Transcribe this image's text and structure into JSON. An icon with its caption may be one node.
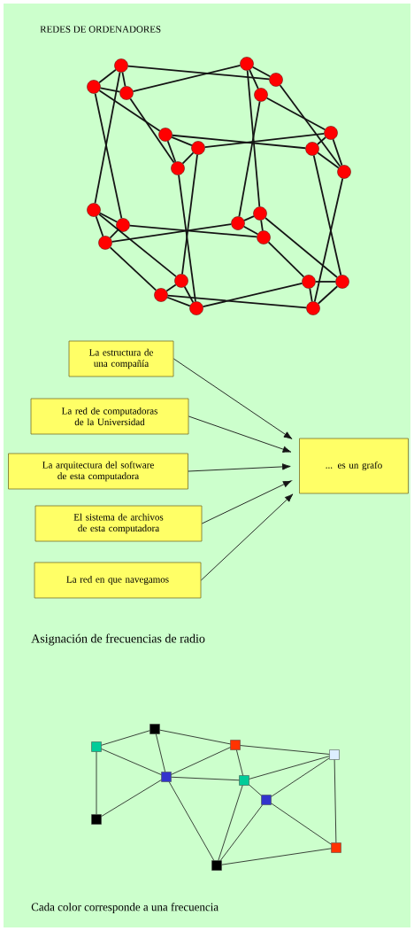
{
  "diagram": {
    "title": "REDES DE ORDENADORES",
    "nodes": [
      {
        "text": [],
        "shape": "circle"
      },
      {
        "text": [],
        "shape": "circle"
      },
      {
        "text": [],
        "shape": "circle"
      },
      {
        "text": [],
        "shape": "circle"
      },
      {
        "text": [],
        "shape": "circle"
      },
      {
        "text": [],
        "shape": "circle"
      },
      {
        "text": [],
        "shape": "circle"
      },
      {
        "text": [],
        "shape": "circle"
      },
      {
        "text": [],
        "shape": "circle"
      },
      {
        "text": [],
        "shape": "circle"
      },
      {
        "text": [],
        "shape": "circle"
      },
      {
        "text": [],
        "shape": "circle"
      },
      {
        "text": [],
        "shape": "circle"
      },
      {
        "text": [],
        "shape": "circle"
      },
      {
        "text": [],
        "shape": "circle"
      },
      {
        "text": [],
        "shape": "circle"
      },
      {
        "text": [],
        "shape": "circle"
      },
      {
        "text": [],
        "shape": "circle"
      },
      {
        "text": [],
        "shape": "circle"
      },
      {
        "text": [],
        "shape": "circle"
      },
      {
        "text": [],
        "shape": "circle"
      },
      {
        "text": [],
        "shape": "circle"
      },
      {
        "text": [],
        "shape": "circle"
      },
      {
        "text": [],
        "shape": "circle"
      },
      {
        "text": [
          "La estructura de una compañía"
        ]
      },
      {
        "text": [
          "La red de computadoras de la Universidad"
        ]
      },
      {
        "text": [
          "La arquitectura del software de esta computadora"
        ]
      },
      {
        "text": [
          "El sistema de archivos de esta computadora"
        ]
      },
      {
        "text": [
          "La red en que navegamos"
        ]
      },
      {
        "text": [
          "... es un grafo"
        ]
      },
      {
        "text": [],
        "shape": "box"
      },
      {
        "text": [],
        "shape": "box"
      },
      {
        "text": [],
        "shape": "box"
      },
      {
        "text": [],
        "shape": "box"
      },
      {
        "text": [],
        "shape": "box"
      },
      {
        "text": [],
        "shape": "box"
      },
      {
        "text": [],
        "shape": "box"
      },
      {
        "text": [],
        "shape": "box"
      },
      {
        "text": [],
        "shape": "box"
      },
      {
        "text": [],
        "shape": "box"
      }
    ],
    "edges": [
      {
        "from": 0,
        "to": 1,
        "arrow": "none"
      },
      {
        "from": 0,
        "to": 2,
        "arrow": "none"
      },
      {
        "from": 0,
        "to": 4,
        "arrow": "none"
      },
      {
        "from": 0,
        "to": 12,
        "arrow": "none"
      },
      {
        "from": 1,
        "to": 2,
        "arrow": "none"
      },
      {
        "from": 1,
        "to": 6,
        "arrow": "none"
      },
      {
        "from": 1,
        "to": 13,
        "arrow": "none"
      },
      {
        "from": 2,
        "to": 3,
        "arrow": "none"
      },
      {
        "from": 2,
        "to": 8,
        "arrow": "none"
      },
      {
        "from": 3,
        "to": 4,
        "arrow": "none"
      },
      {
        "from": 3,
        "to": 5,
        "arrow": "none"
      },
      {
        "from": 3,
        "to": 16,
        "arrow": "none"
      },
      {
        "from": 4,
        "to": 11,
        "arrow": "none"
      },
      {
        "from": 5,
        "to": 9,
        "arrow": "none"
      },
      {
        "from": 5,
        "to": 15,
        "arrow": "none"
      },
      {
        "from": 6,
        "to": 7,
        "arrow": "none"
      },
      {
        "from": 6,
        "to": 8,
        "arrow": "none"
      },
      {
        "from": 6,
        "to": 10,
        "arrow": "none"
      },
      {
        "from": 7,
        "to": 8,
        "arrow": "none"
      },
      {
        "from": 7,
        "to": 9,
        "arrow": "none"
      },
      {
        "from": 7,
        "to": 18,
        "arrow": "none"
      },
      {
        "from": 8,
        "to": 20,
        "arrow": "none"
      },
      {
        "from": 9,
        "to": 10,
        "arrow": "none"
      },
      {
        "from": 9,
        "to": 11,
        "arrow": "none"
      },
      {
        "from": 10,
        "to": 11,
        "arrow": "none"
      },
      {
        "from": 10,
        "to": 22,
        "arrow": "none"
      },
      {
        "from": 11,
        "to": 23,
        "arrow": "none"
      },
      {
        "from": 12,
        "to": 13,
        "arrow": "none"
      },
      {
        "from": 12,
        "to": 14,
        "arrow": "none"
      },
      {
        "from": 12,
        "to": 18,
        "arrow": "none"
      },
      {
        "from": 13,
        "to": 17,
        "arrow": "none"
      },
      {
        "from": 13,
        "to": 14,
        "arrow": "none"
      },
      {
        "from": 14,
        "to": 15,
        "arrow": "none"
      },
      {
        "from": 14,
        "to": 19,
        "arrow": "none"
      },
      {
        "from": 15,
        "to": 16,
        "arrow": "none"
      },
      {
        "from": 15,
        "to": 17,
        "arrow": "none"
      },
      {
        "from": 16,
        "to": 17,
        "arrow": "none"
      },
      {
        "from": 16,
        "to": 22,
        "arrow": "none"
      },
      {
        "from": 17,
        "to": 21,
        "arrow": "none"
      },
      {
        "from": 18,
        "to": 19,
        "arrow": "none"
      },
      {
        "from": 18,
        "to": 20,
        "arrow": "none"
      },
      {
        "from": 19,
        "to": 20,
        "arrow": "none"
      },
      {
        "from": 19,
        "to": 23,
        "arrow": "none"
      },
      {
        "from": 20,
        "to": 21,
        "arrow": "none"
      },
      {
        "from": 21,
        "to": 22,
        "arrow": "none"
      },
      {
        "from": 21,
        "to": 23,
        "arrow": "none"
      },
      {
        "from": 22,
        "to": 23,
        "arrow": "none"
      },
      {
        "from": 24,
        "to": 29,
        "arrow": "to"
      },
      {
        "from": 25,
        "to": 29,
        "arrow": "to"
      },
      {
        "from": 26,
        "to": 29,
        "arrow": "to"
      },
      {
        "from": 27,
        "to": 29,
        "arrow": "to"
      },
      {
        "from": 28,
        "to": 29,
        "arrow": "to"
      },
      {
        "from": 32,
        "to": 30,
        "arrow": "none"
      },
      {
        "from": 32,
        "to": 34,
        "arrow": "none"
      },
      {
        "from": 32,
        "to": 37,
        "arrow": "none"
      },
      {
        "from": 30,
        "to": 34,
        "arrow": "none"
      },
      {
        "from": 30,
        "to": 31,
        "arrow": "none"
      },
      {
        "from": 31,
        "to": 34,
        "arrow": "none"
      },
      {
        "from": 31,
        "to": 35,
        "arrow": "none"
      },
      {
        "from": 31,
        "to": 33,
        "arrow": "none"
      },
      {
        "from": 34,
        "to": 35,
        "arrow": "none"
      },
      {
        "from": 34,
        "to": 37,
        "arrow": "none"
      },
      {
        "from": 34,
        "to": 39,
        "arrow": "none"
      },
      {
        "from": 35,
        "to": 33,
        "arrow": "none"
      },
      {
        "from": 35,
        "to": 36,
        "arrow": "none"
      },
      {
        "from": 35,
        "to": 39,
        "arrow": "none"
      },
      {
        "from": 36,
        "to": 33,
        "arrow": "none"
      },
      {
        "from": 36,
        "to": 39,
        "arrow": "none"
      },
      {
        "from": 36,
        "to": 38,
        "arrow": "none"
      },
      {
        "from": 33,
        "to": 38,
        "arrow": "none"
      },
      {
        "from": 39,
        "to": 38,
        "arrow": "none"
      }
    ],
    "labels": [
      "Asignación de frecuencias de radio",
      "Cada color corresponde a una frecuencia"
    ]
  }
}
